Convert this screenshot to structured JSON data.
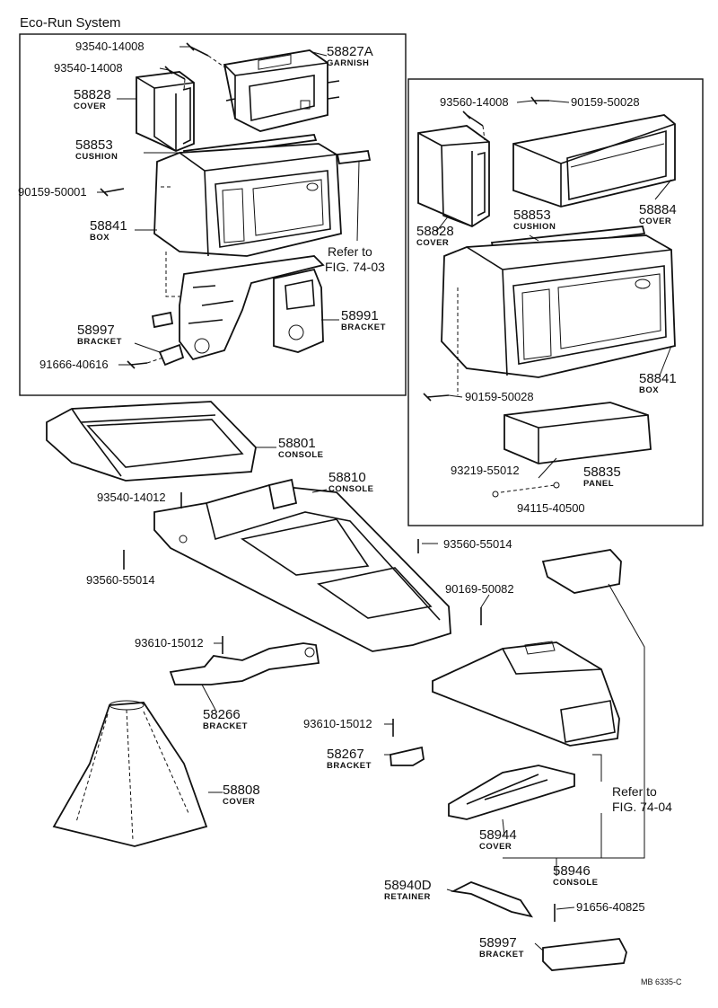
{
  "diagram": {
    "title": "Eco-Run System",
    "code": "MB 6335-C",
    "refs": [
      {
        "line1": "Refer to",
        "line2": "FIG. 74-03"
      },
      {
        "line1": "Refer to",
        "line2": "FIG. 74-04"
      }
    ],
    "parts": [
      {
        "id": "p01",
        "number": "93540-14008",
        "name": ""
      },
      {
        "id": "p02",
        "number": "58827A",
        "name": "GARNISH"
      },
      {
        "id": "p03",
        "number": "93540-14008",
        "name": ""
      },
      {
        "id": "p04",
        "number": "58828",
        "name": "COVER"
      },
      {
        "id": "p05",
        "number": "58853",
        "name": "CUSHION"
      },
      {
        "id": "p06",
        "number": "90159-50001",
        "name": ""
      },
      {
        "id": "p07",
        "number": "58841",
        "name": "BOX"
      },
      {
        "id": "p08",
        "number": "58991",
        "name": "BRACKET"
      },
      {
        "id": "p09",
        "number": "58997",
        "name": "BRACKET"
      },
      {
        "id": "p10",
        "number": "91666-40616",
        "name": ""
      },
      {
        "id": "p11",
        "number": "93560-14008",
        "name": ""
      },
      {
        "id": "p12",
        "number": "90159-50028",
        "name": ""
      },
      {
        "id": "p13",
        "number": "58884",
        "name": "COVER"
      },
      {
        "id": "p14",
        "number": "58853",
        "name": "CUSHION"
      },
      {
        "id": "p15",
        "number": "58828",
        "name": "COVER"
      },
      {
        "id": "p16",
        "number": "58841",
        "name": "BOX"
      },
      {
        "id": "p17",
        "number": "90159-50028",
        "name": ""
      },
      {
        "id": "p18",
        "number": "93219-55012",
        "name": ""
      },
      {
        "id": "p19",
        "number": "58835",
        "name": "PANEL"
      },
      {
        "id": "p20",
        "number": "94115-40500",
        "name": ""
      },
      {
        "id": "p21",
        "number": "58801",
        "name": "CONSOLE"
      },
      {
        "id": "p22",
        "number": "58810",
        "name": "CONSOLE"
      },
      {
        "id": "p23",
        "number": "93540-14012",
        "name": ""
      },
      {
        "id": "p24",
        "number": "93560-55014",
        "name": ""
      },
      {
        "id": "p25",
        "number": "93560-55014",
        "name": ""
      },
      {
        "id": "p26",
        "number": "90169-50082",
        "name": ""
      },
      {
        "id": "p27",
        "number": "93610-15012",
        "name": ""
      },
      {
        "id": "p28",
        "number": "58266",
        "name": "BRACKET"
      },
      {
        "id": "p29",
        "number": "93610-15012",
        "name": ""
      },
      {
        "id": "p30",
        "number": "58267",
        "name": "BRACKET"
      },
      {
        "id": "p31",
        "number": "58808",
        "name": "COVER"
      },
      {
        "id": "p32",
        "number": "58944",
        "name": "COVER"
      },
      {
        "id": "p33",
        "number": "58946",
        "name": "CONSOLE"
      },
      {
        "id": "p34",
        "number": "58940D",
        "name": "RETAINER"
      },
      {
        "id": "p35",
        "number": "91656-40825",
        "name": ""
      },
      {
        "id": "p36",
        "number": "58997",
        "name": "BRACKET"
      }
    ]
  }
}
